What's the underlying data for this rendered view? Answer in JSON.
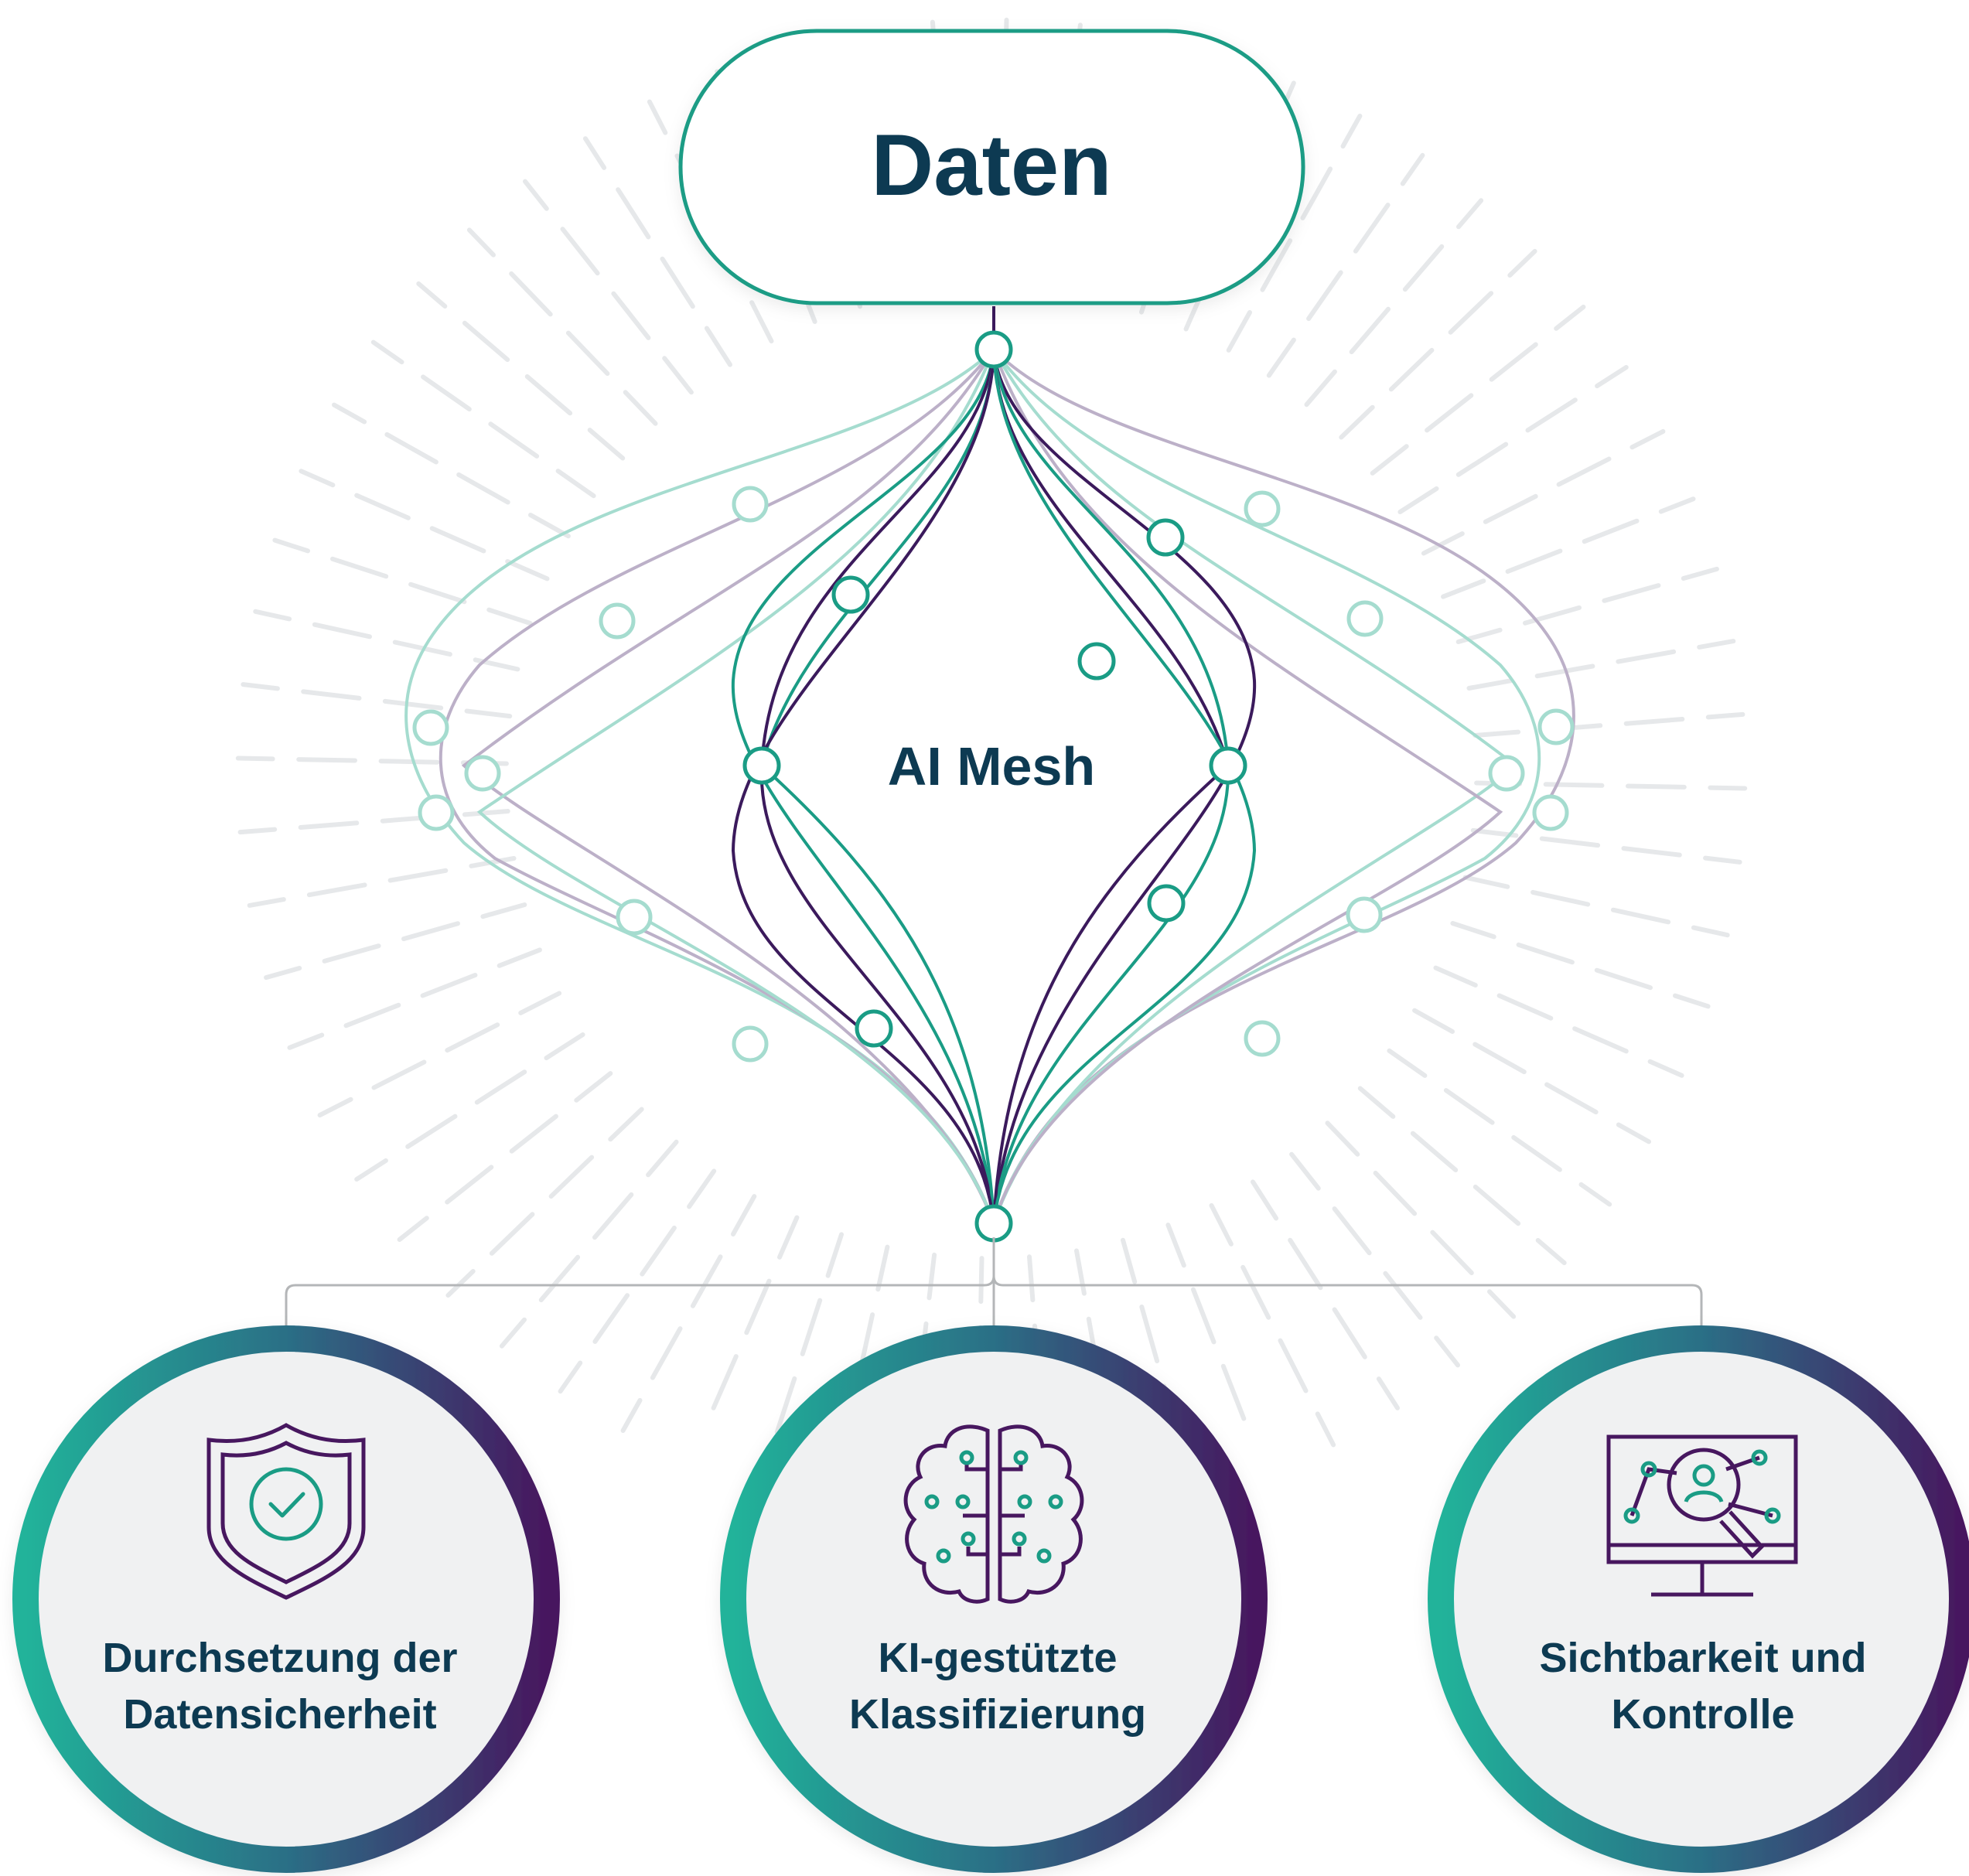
{
  "top_node": {
    "label": "Daten"
  },
  "center": {
    "label": "AI Mesh"
  },
  "outputs": [
    {
      "line1": "Durchsetzung der",
      "line2": "Datensicherheit",
      "icon": "shield-check-icon"
    },
    {
      "line1": "KI-gestützte",
      "line2": "Klassifizierung",
      "icon": "brain-circuit-icon"
    },
    {
      "line1": "Sichtbarkeit und",
      "line2": "Kontrolle",
      "icon": "monitor-user-search-icon"
    }
  ],
  "colors": {
    "teal": "#1a9c85",
    "purple": "#3b1a5c",
    "light_teal": "#a5dccf",
    "light_purple": "#bcb0c8",
    "text": "#0d3a52",
    "circle_fill": "#f0f1f2",
    "rays": "#e6e8ea",
    "connector": "#b4b6b8"
  }
}
